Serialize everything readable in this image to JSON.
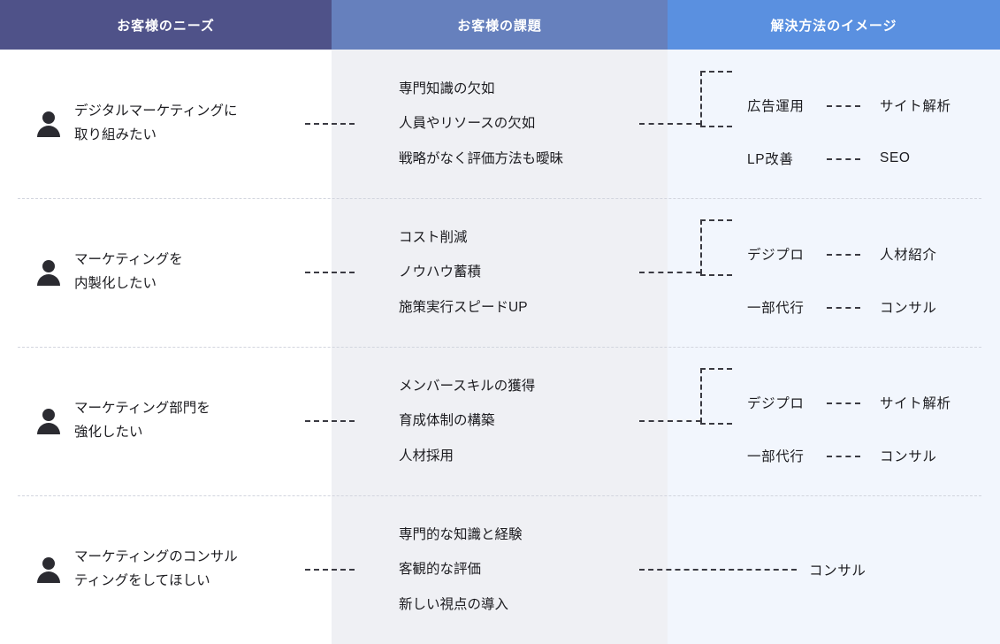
{
  "headers": {
    "needs": "お客様のニーズ",
    "issues": "お客様の課題",
    "solutions": "解決方法のイメージ"
  },
  "colors": {
    "header_needs": "#4f5289",
    "header_issues": "#6680bd",
    "header_solutions": "#5a90e0",
    "band_needs": "#ffffff",
    "band_issues": "#eff0f4",
    "band_solutions": "#f2f6fd",
    "text": "#1c1c20",
    "connector": "#3a3a42",
    "divider": "#d2d5de"
  },
  "icons": {
    "person": "person-icon"
  },
  "rows": [
    {
      "need": "デジタルマーケティングに\n取り組みたい",
      "issues": [
        "専門知識の欠如",
        "人員やリソースの欠如",
        "戦略がなく評価方法も曖昧"
      ],
      "solutions": {
        "layout": "branch",
        "upper": {
          "primary": "広告運用",
          "secondary": "サイト解析"
        },
        "lower": {
          "primary": "LP改善",
          "secondary": "SEO"
        }
      }
    },
    {
      "need": "マーケティングを\n内製化したい",
      "issues": [
        "コスト削減",
        "ノウハウ蓄積",
        "施策実行スピードUP"
      ],
      "solutions": {
        "layout": "branch",
        "upper": {
          "primary": "デジプロ",
          "secondary": "人材紹介"
        },
        "lower": {
          "primary": "一部代行",
          "secondary": "コンサル"
        }
      }
    },
    {
      "need": "マーケティング部門を\n強化したい",
      "issues": [
        "メンバースキルの獲得",
        "育成体制の構築",
        "人材採用"
      ],
      "solutions": {
        "layout": "branch",
        "upper": {
          "primary": "デジプロ",
          "secondary": "サイト解析"
        },
        "lower": {
          "primary": "一部代行",
          "secondary": "コンサル"
        }
      }
    },
    {
      "need": "マーケティングのコンサル\nティングをしてほしい",
      "issues": [
        "専門的な知識と経験",
        "客観的な評価",
        "新しい視点の導入"
      ],
      "solutions": {
        "layout": "single",
        "single": "コンサル"
      }
    }
  ]
}
